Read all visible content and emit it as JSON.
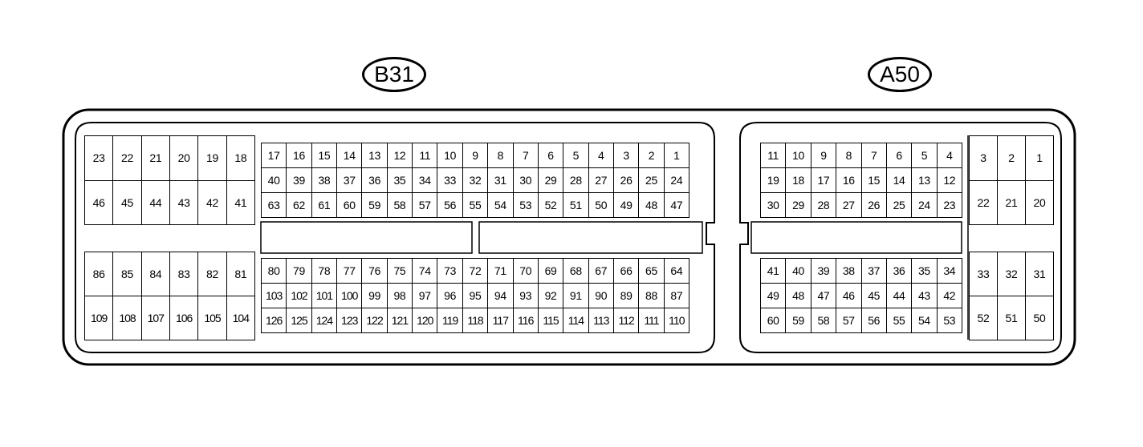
{
  "connectors": {
    "b31": {
      "label": "B31",
      "upper_left_block": [
        [
          "23",
          "22",
          "21",
          "20",
          "19",
          "18"
        ],
        [
          "46",
          "45",
          "44",
          "43",
          "42",
          "41"
        ]
      ],
      "upper_main_block": [
        [
          "17",
          "16",
          "15",
          "14",
          "13",
          "12",
          "11",
          "10",
          "9",
          "8",
          "7",
          "6",
          "5",
          "4",
          "3",
          "2",
          "1"
        ],
        [
          "40",
          "39",
          "38",
          "37",
          "36",
          "35",
          "34",
          "33",
          "32",
          "31",
          "30",
          "29",
          "28",
          "27",
          "26",
          "25",
          "24"
        ],
        [
          "63",
          "62",
          "61",
          "60",
          "59",
          "58",
          "57",
          "56",
          "55",
          "54",
          "53",
          "52",
          "51",
          "50",
          "49",
          "48",
          "47"
        ]
      ],
      "lower_left_block": [
        [
          "86",
          "85",
          "84",
          "83",
          "82",
          "81"
        ],
        [
          "109",
          "108",
          "107",
          "106",
          "105",
          "104"
        ]
      ],
      "lower_main_block": [
        [
          "80",
          "79",
          "78",
          "77",
          "76",
          "75",
          "74",
          "73",
          "72",
          "71",
          "70",
          "69",
          "68",
          "67",
          "66",
          "65",
          "64"
        ],
        [
          "103",
          "102",
          "101",
          "100",
          "99",
          "98",
          "97",
          "96",
          "95",
          "94",
          "93",
          "92",
          "91",
          "90",
          "89",
          "88",
          "87"
        ],
        [
          "126",
          "125",
          "124",
          "123",
          "122",
          "121",
          "120",
          "119",
          "118",
          "117",
          "116",
          "115",
          "114",
          "113",
          "112",
          "111",
          "110"
        ]
      ]
    },
    "a50": {
      "label": "A50",
      "upper_main_block": [
        [
          "11",
          "10",
          "9",
          "8",
          "7",
          "6",
          "5",
          "4"
        ],
        [
          "19",
          "18",
          "17",
          "16",
          "15",
          "14",
          "13",
          "12"
        ],
        [
          "30",
          "29",
          "28",
          "27",
          "26",
          "25",
          "24",
          "23"
        ]
      ],
      "upper_right_block": [
        [
          "3",
          "2",
          "1"
        ],
        [
          "22",
          "21",
          "20"
        ]
      ],
      "lower_main_block": [
        [
          "41",
          "40",
          "39",
          "38",
          "37",
          "36",
          "35",
          "34"
        ],
        [
          "49",
          "48",
          "47",
          "46",
          "45",
          "44",
          "43",
          "42"
        ],
        [
          "60",
          "59",
          "58",
          "57",
          "56",
          "55",
          "54",
          "53"
        ]
      ],
      "lower_right_block": [
        [
          "33",
          "32",
          "31"
        ],
        [
          "52",
          "51",
          "50"
        ]
      ]
    }
  }
}
